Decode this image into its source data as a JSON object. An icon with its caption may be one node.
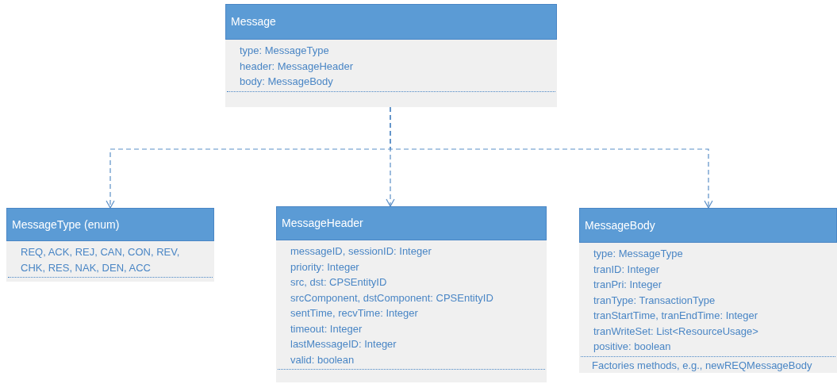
{
  "diagram": {
    "nodes": [
      {
        "text": [
          "Message",
          "type: MessageType",
          "header: MessageHeader",
          "body: MessageBody"
        ]
      },
      {
        "text": [
          "MessageType (enum)",
          "REQ, ACK, REJ, CAN, CON, REV, CHK, RES, NAK, DEN, ACC"
        ]
      },
      {
        "text": [
          "MessageHeader",
          "messageID, sessionID: Integer",
          "priority: Integer",
          "src, dst: CPSEntityID",
          "srcComponent, dstComponent: CPSEntityID",
          "sentTime, recvTime: Integer",
          "timeout: Integer",
          "lastMessageID: Integer",
          "valid: boolean"
        ]
      },
      {
        "text": [
          "MessageBody",
          "type: MessageType",
          "tranID: Integer",
          "tranPri: Integer",
          "tranType: TransactionType",
          "tranStartTime, tranEndTime: Integer",
          "tranWriteSet: List<ResourceUsage>",
          "positive: boolean",
          "Factories methods, e.g., newREQMessageBody"
        ]
      }
    ],
    "edges": [
      {
        "from": 0,
        "to": 1,
        "arrow": "to",
        "style": "dashed"
      },
      {
        "from": 0,
        "to": 2,
        "arrow": "to",
        "style": "dashed"
      },
      {
        "from": 0,
        "to": 3,
        "arrow": "to",
        "style": "dashed"
      }
    ]
  }
}
